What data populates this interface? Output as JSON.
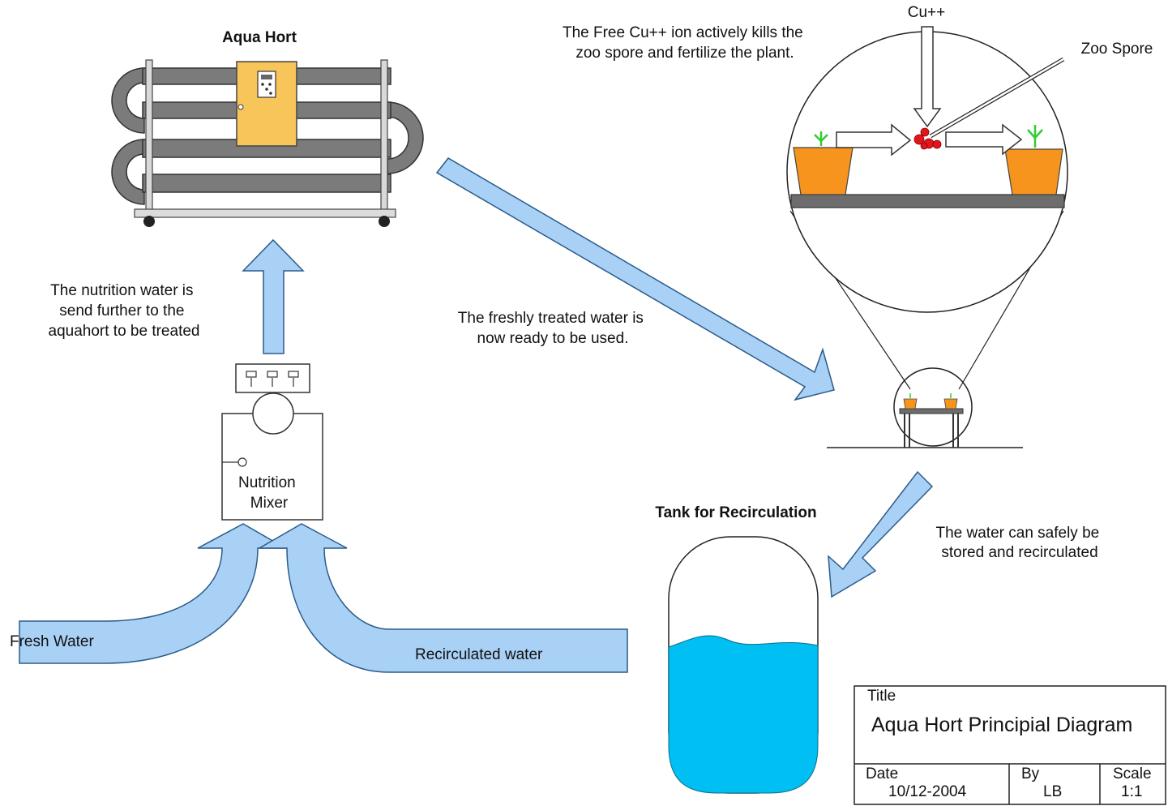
{
  "aqua_hort": {
    "title": "Aqua Hort"
  },
  "labels": {
    "nutrition_note": [
      "The nutrition water is",
      "send further to the",
      "aquahort to be treated"
    ],
    "treated_note": [
      "The freshly treated water is",
      "now ready to be used."
    ],
    "cu_note": [
      "The Free Cu++ ion actively kills the",
      "zoo spore and fertilize the plant."
    ],
    "cu_label": "Cu++",
    "zoo_label": "Zoo Spore",
    "mixer": [
      "Nutrition",
      "Mixer"
    ],
    "fresh_water": "Fresh Water",
    "recirculated_water": "Recirculated water",
    "tank_title": "Tank for Recirculation",
    "stored_note": [
      "The water can safely be",
      "stored and recirculated"
    ]
  },
  "title_block": {
    "title_label": "Title",
    "title_value": "Aqua Hort Principial Diagram",
    "date_label": "Date",
    "date_value": "10/12-2004",
    "by_label": "By",
    "by_value": "LB",
    "scale_label": "Scale",
    "scale_value": "1:1"
  },
  "colors": {
    "arrow_fill": "#a9d0f5",
    "pipe": "#7b7b7b",
    "cabinet": "#f8c55a",
    "pot": "#f7941d",
    "water": "#00bff3",
    "spore": "#e0161c",
    "sprout": "#33cc33"
  }
}
